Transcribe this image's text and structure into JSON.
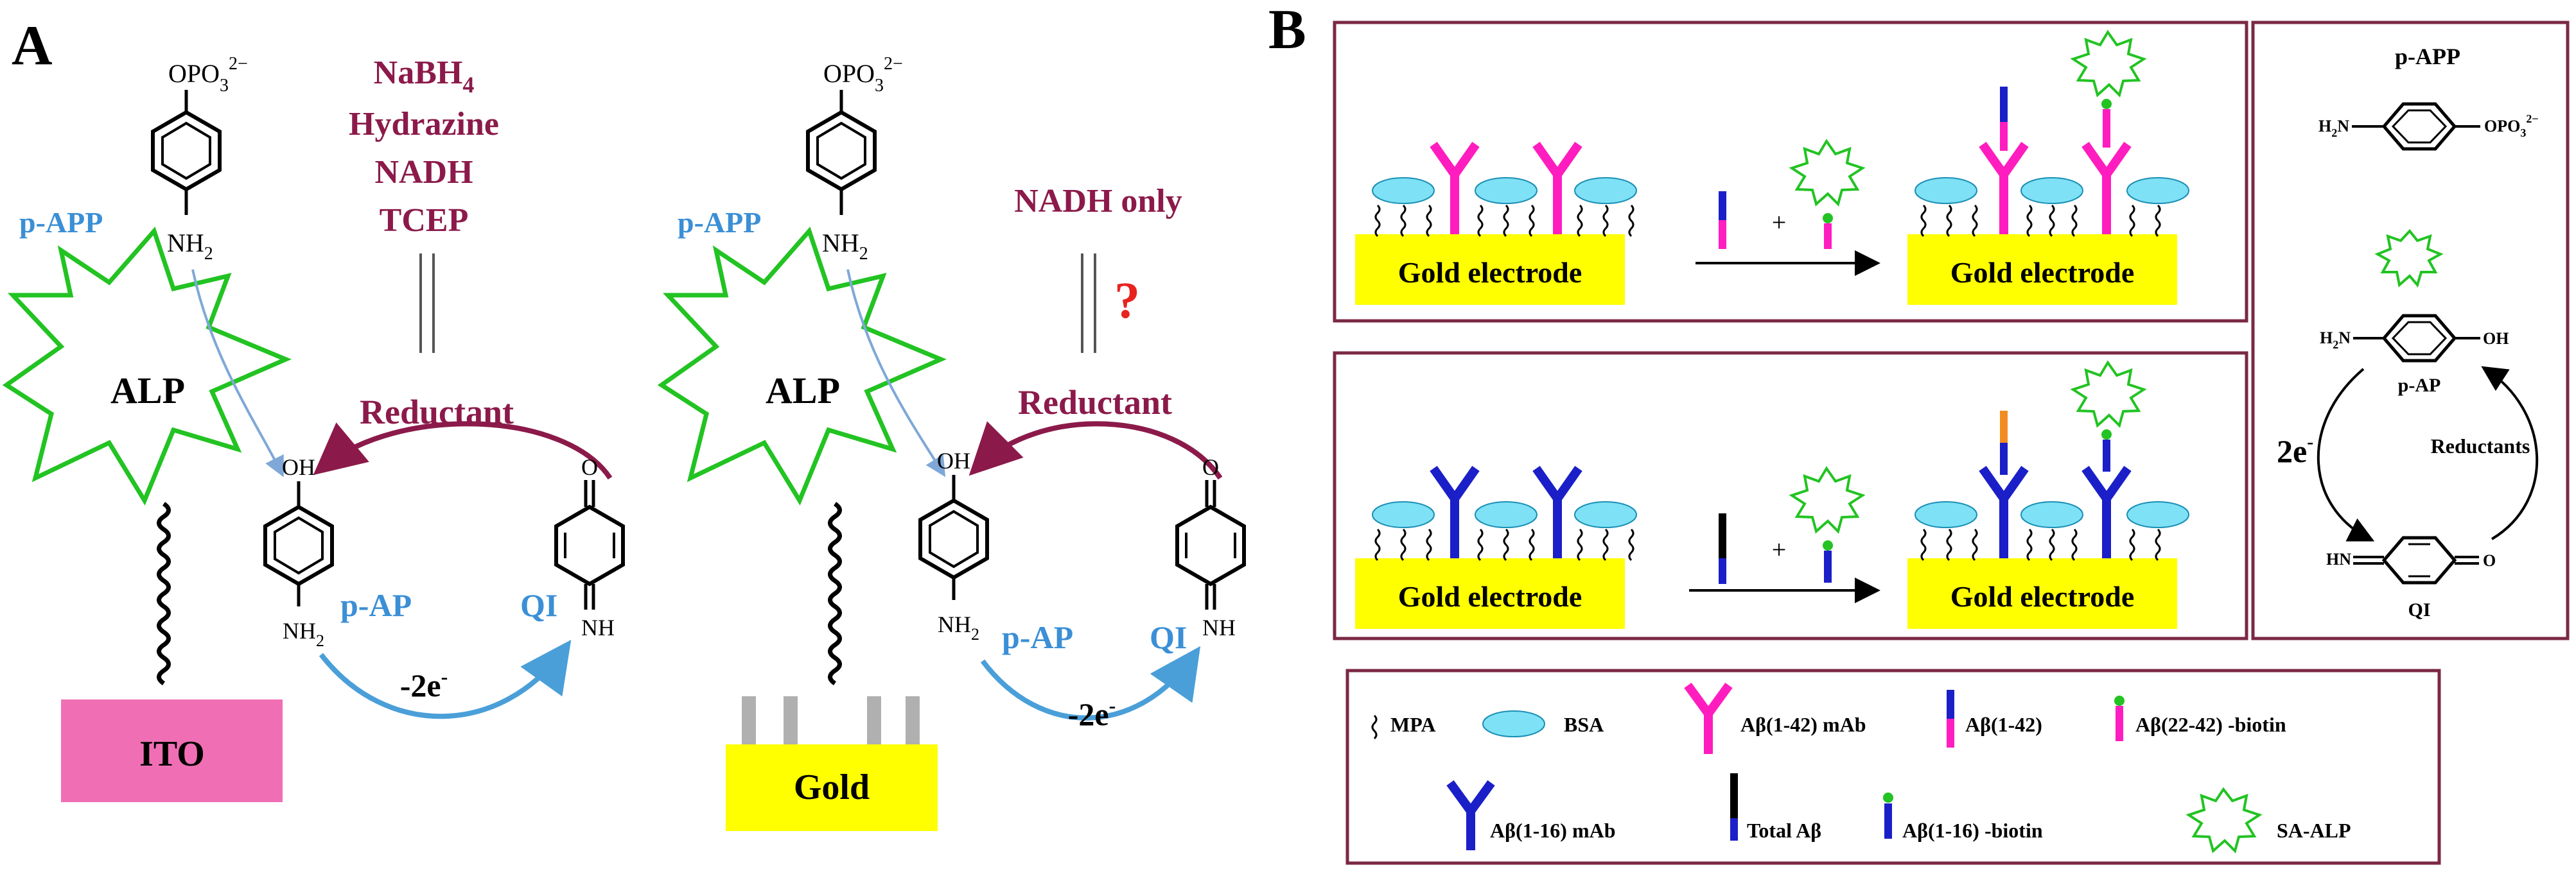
{
  "panel_a": {
    "label": "A",
    "left": {
      "substrate_formula_main": "OPO",
      "substrate_formula_sub": "3",
      "substrate_formula_sup": "2−",
      "substrate_name": "p-APP",
      "amine_top": "NH",
      "amine_top_sub": "2",
      "reductants": [
        "NaBH",
        "Hydrazine",
        "NADH",
        "TCEP"
      ],
      "reductant_sub": "4",
      "equals": "||",
      "reductant_label": "Reductant",
      "enzyme": "ALP",
      "product_oh": "OH",
      "product_nh2": "NH",
      "product_nh2_sub": "2",
      "product_name": "p-AP",
      "quinone_o": "O",
      "quinone_nh": "NH",
      "quinone_name": "QI",
      "electrons": "-2e",
      "electrons_sup": "-",
      "electrode": "ITO"
    },
    "right": {
      "substrate_formula_main": "OPO",
      "substrate_formula_sub": "3",
      "substrate_formula_sup": "2−",
      "substrate_name": "p-APP",
      "amine_top": "NH",
      "amine_top_sub": "2",
      "reductant_note": "NADH only",
      "equals": "||",
      "question": "?",
      "reductant_label": "Reductant",
      "enzyme": "ALP",
      "product_oh": "OH",
      "product_nh2": "NH",
      "product_nh2_sub": "2",
      "product_name": "p-AP",
      "quinone_o": "O",
      "quinone_nh": "NH",
      "quinone_name": "QI",
      "electrons": "-2e",
      "electrons_sup": "-",
      "electrode": "Gold"
    }
  },
  "panel_b": {
    "label": "B",
    "top_box": {
      "electrode_before": "Gold electrode",
      "electrode_after": "Gold electrode",
      "plus": "+"
    },
    "bottom_box": {
      "electrode_before": "Gold electrode",
      "electrode_after": "Gold electrode",
      "plus": "+"
    },
    "side": {
      "title": "p-APP",
      "p_app_left": "H",
      "p_app_left_sub": "2",
      "p_app_left_n": "N",
      "p_app_right": "OPO",
      "p_app_right_sub": "3",
      "p_app_right_sup": "2−",
      "p_ap_left": "H",
      "p_ap_left_sub": "2",
      "p_ap_left_n": "N",
      "p_ap_right": "OH",
      "p_ap_name": "p-AP",
      "electrons": "2e",
      "electrons_sup": "-",
      "reductants": "Reductants",
      "qi_left": "HN",
      "qi_right": "O",
      "qi_name": "QI"
    },
    "legend": {
      "mpa": "MPA",
      "bsa": "BSA",
      "ab42_mab": "Aβ(1-42) mAb",
      "ab42": "Aβ(1-42)",
      "ab22_42_biotin": "Aβ(22-42) -biotin",
      "ab16_mab": "Aβ(1-16) mAb",
      "total_ab": "Total Aβ",
      "ab1_16_biotin": "Aβ(1-16) -biotin",
      "sa_alp": "SA-ALP"
    }
  },
  "colors": {
    "maroon": "#8b1a4a",
    "blue_text": "#3b8fd6",
    "ito_fill": "#f06fb4",
    "gold_fill": "#ffff00",
    "alp_green": "#22c322",
    "bsa_fill": "#7fe1f5",
    "magenta": "#ff1dbf",
    "antibody_blue": "#1b1fc8",
    "orange": "#f28c22",
    "arrow_blue": "#4a9fd8",
    "box_border": "#7b2846",
    "question_red": "#e8231f"
  }
}
